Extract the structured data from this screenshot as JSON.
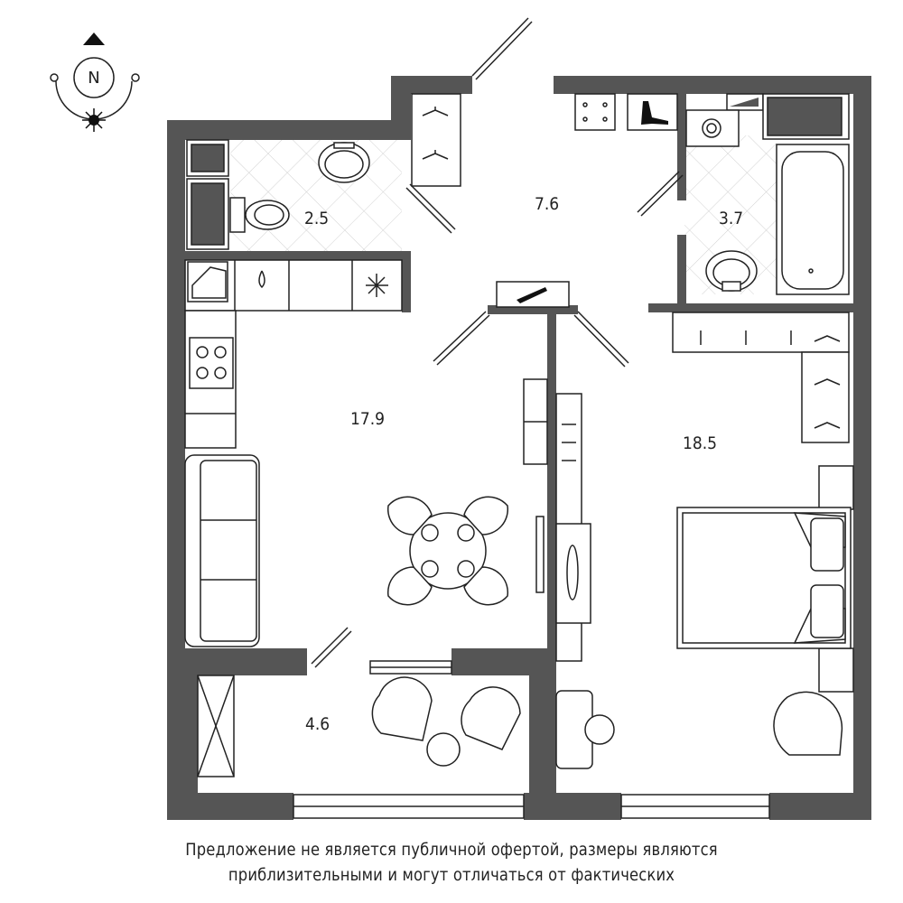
{
  "compass": {
    "north_label": "N"
  },
  "rooms": [
    {
      "id": "bathroom-small",
      "area": "2.5"
    },
    {
      "id": "hallway",
      "area": "7.6"
    },
    {
      "id": "bathroom-large",
      "area": "3.7"
    },
    {
      "id": "kitchen-living",
      "area": "17.9"
    },
    {
      "id": "bedroom",
      "area": "18.5"
    },
    {
      "id": "balcony",
      "area": "4.6"
    }
  ],
  "disclaimer": {
    "line1": "Предложение не является публичной офертой, размеры являются",
    "line2": "приблизительными и могут отличаться от фактических"
  },
  "colors": {
    "wall": "#555555",
    "line": "#222222",
    "tile": "#cccccc"
  }
}
